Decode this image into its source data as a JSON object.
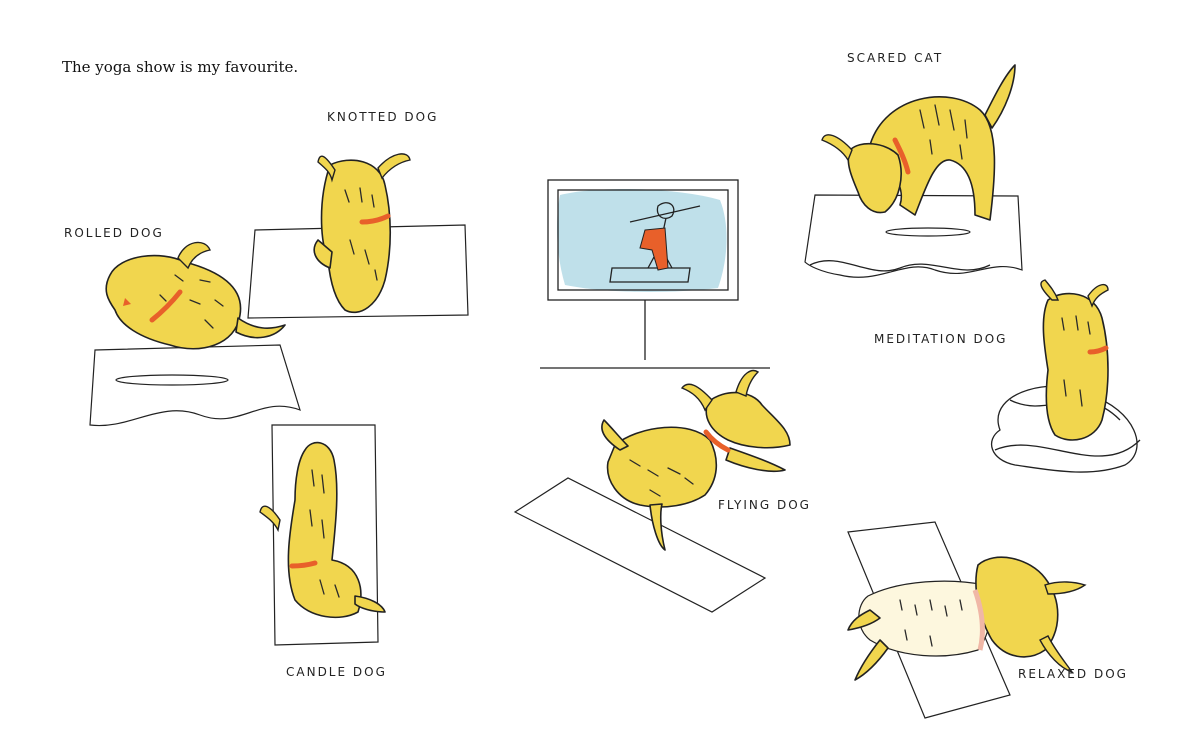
{
  "caption": "The yoga show is my favourite.",
  "labels": {
    "rolled": "ROLLED DOG",
    "knotted": "KNOTTED DOG",
    "scared": "SCARED CAT",
    "meditation": "MEDITATION DOG",
    "flying": "FLYING DOG",
    "candle": "CANDLE DOG",
    "relaxed": "RELAXED DOG"
  },
  "colors": {
    "dog_yellow": "#f1d64e",
    "collar_orange": "#e8602a",
    "screen_blue": "#bfe0ea",
    "ink": "#222222"
  }
}
